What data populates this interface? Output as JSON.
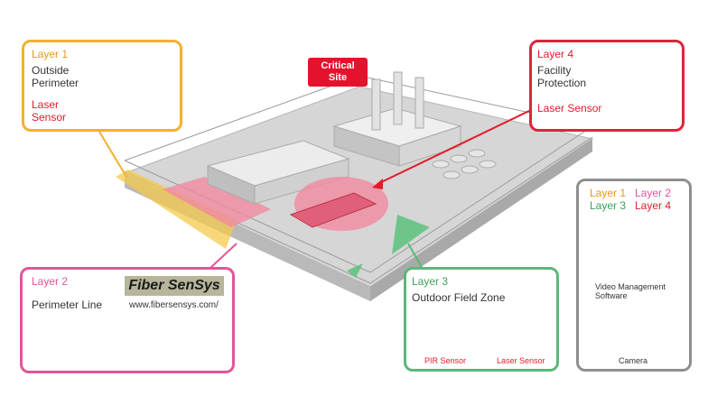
{
  "critical_site": {
    "line1": "Critical",
    "line2": "Site"
  },
  "layer1": {
    "title": "Layer 1",
    "line1": "Outside",
    "line2": "Perimeter",
    "sensor1": "Laser",
    "sensor2": "Sensor"
  },
  "layer4": {
    "title": "Layer 4",
    "line1": "Facility",
    "line2": "Protection",
    "sensor": "Laser Sensor"
  },
  "layer2": {
    "title": "Layer 2",
    "subtitle": "Perimeter Line",
    "logo": "Fiber SenSys",
    "url": "www.fibersensys.com/"
  },
  "layer3": {
    "title": "Layer 3",
    "subtitle": "Outdoor Field Zone",
    "pir": "PIR Sensor",
    "laser": "Laser Sensor"
  },
  "vms": {
    "l1": "Layer 1",
    "l2": "Layer 2",
    "l3": "Layer 3",
    "l4": "Layer 4",
    "software1": "Video Management",
    "software2": "Software",
    "camera": "Camera"
  },
  "colors": {
    "layer1": "#f2b12f",
    "layer2": "#e2559a",
    "layer3": "#5cb877",
    "layer4": "#d9263c",
    "critical": "#e4122c"
  }
}
